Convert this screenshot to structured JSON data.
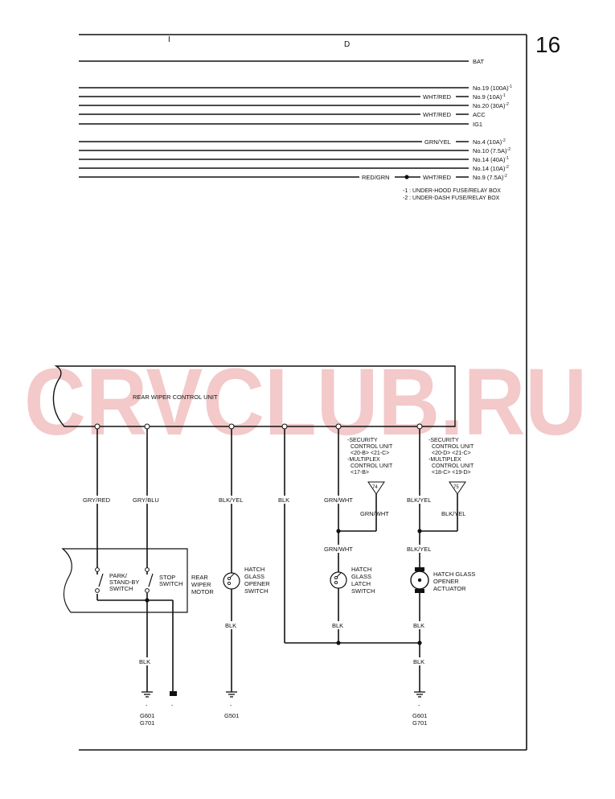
{
  "page_number": "16",
  "watermark": "CRVCLUB.RU",
  "header": {
    "col_i": "I",
    "col_d": "D"
  },
  "power_rails": [
    {
      "label": "BAT"
    },
    {
      "label": "No.19 (100A)",
      "sup": "-1"
    },
    {
      "label": "No.9 (10A)",
      "sup": "-1",
      "wire": "WHT/RED"
    },
    {
      "label": "No.20 (30A)",
      "sup": "-2"
    },
    {
      "label": "ACC",
      "wire": "WHT/RED"
    },
    {
      "label": "IG1"
    },
    {
      "label": "No.4 (10A)",
      "sup": "-2",
      "wire": "GRN/YEL"
    },
    {
      "label": "No.10 (7.5A)",
      "sup": "-2"
    },
    {
      "label": "No.14 (40A)",
      "sup": "-1"
    },
    {
      "label": "No.14 (10A)",
      "sup": "-2"
    },
    {
      "label": "No.9 (7.5A)",
      "sup": "-2",
      "wire": "WHT/RED",
      "wire_left": "RED/GRN"
    }
  ],
  "notes": {
    "n1": "-1   : UNDER-HOOD FUSE/RELAY BOX",
    "n2": "-2   : UNDER-DASH FUSE/RELAY BOX"
  },
  "control_unit": {
    "label": "REAR WIPER CONTROL UNIT"
  },
  "wires": {
    "w1": "GRY/RED",
    "w2": "GRY/BLU",
    "w3": "BLK/YEL",
    "w4": "BLK",
    "w5": "GRN/WHT",
    "w6": "BLK/YEL",
    "w5_branch": "GRN/WHT",
    "w6_branch": "BLK/YEL",
    "w5_lower": "GRN/WHT",
    "w6_lower": "BLK/YEL",
    "blk_motor": "BLK",
    "blk_g501": "BLK",
    "blk_latch": "BLK",
    "blk_act": "BLK",
    "blk_act2": "BLK"
  },
  "references": {
    "ref_a": [
      "-SECURITY",
      "CONTROL UNIT",
      "<20-B> <21-C>",
      "-MULTIPLEX",
      "CONTROL UNIT",
      "<17-B>"
    ],
    "ref_a_page": "74",
    "ref_b": [
      "-SECURITY",
      "CONTROL UNIT",
      "<20-D> <21-C>",
      "-MULTIPLEX",
      "CONTROL UNIT",
      "<18-C> <19-D>"
    ],
    "ref_b_page": "75"
  },
  "components": {
    "motor_box": [
      "REAR",
      "WIPER",
      "MOTOR"
    ],
    "park_switch": [
      "PARK/",
      "STAND-BY",
      "SWITCH"
    ],
    "stop_switch": [
      "STOP",
      "SWITCH"
    ],
    "opener_switch": [
      "HATCH",
      "GLASS",
      "OPENER",
      "SWITCH"
    ],
    "latch_switch": [
      "HATCH",
      "GLASS",
      "LATCH",
      "SWITCH"
    ],
    "actuator": [
      "HATCH GLASS",
      "OPENER",
      "ACTUATOR"
    ]
  },
  "grounds": {
    "g1": [
      "G601",
      "G701"
    ],
    "g2": [
      "G501"
    ],
    "g3": [
      "G601",
      "G701"
    ],
    "dash": "-"
  },
  "colors": {
    "line": "#111111",
    "watermark": "#f3c9c9",
    "terminal_fill": "#ffffff"
  }
}
